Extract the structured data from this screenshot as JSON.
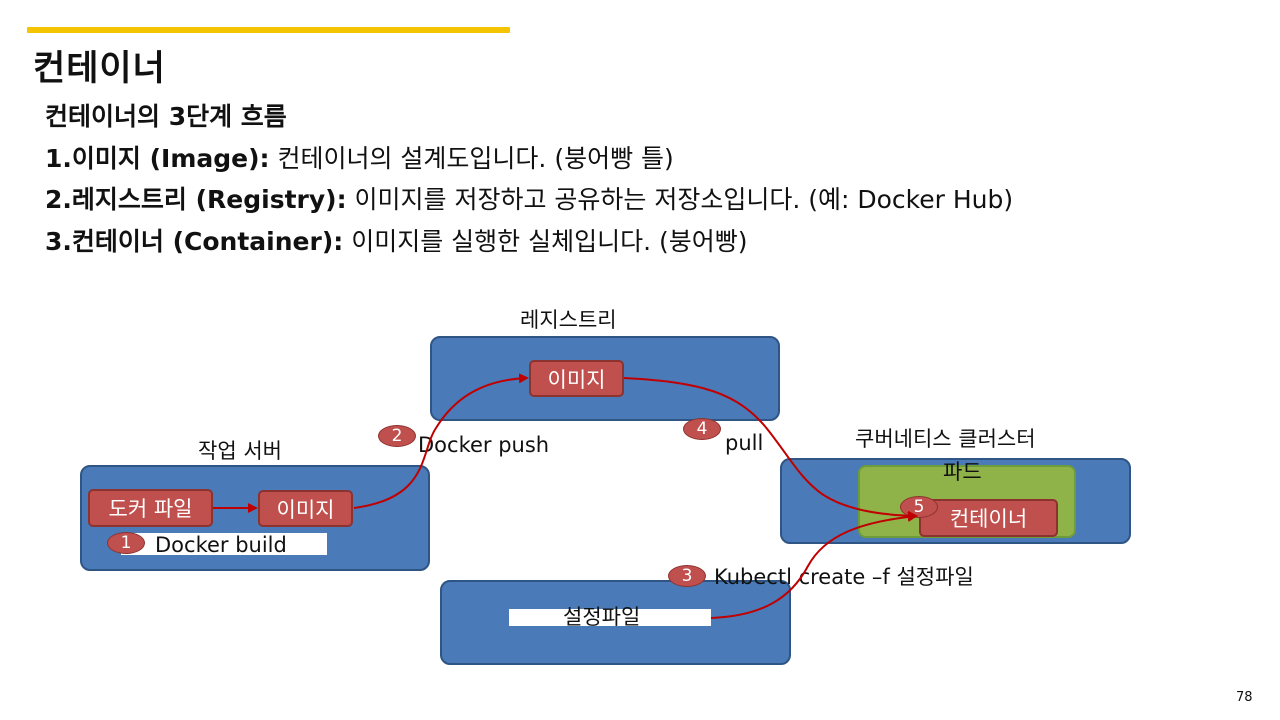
{
  "slide": {
    "title": "컨테이너",
    "page_number": "78",
    "accent_color": "#f5c400"
  },
  "bullets": [
    {
      "bold": "컨테이너의 3단계 흐름",
      "text": ""
    },
    {
      "bold": "1.이미지 (Image):",
      "text": " 컨테이너의 설계도입니다. (붕어빵 틀)"
    },
    {
      "bold": "2.레지스트리 (Registry):",
      "text": " 이미지를 저장하고 공유하는 저장소입니다. (예: Docker Hub)"
    },
    {
      "bold": "3.컨테이너 (Container):",
      "text": " 이미지를 실행한 실체입니다. (붕어빵)"
    }
  ],
  "diagram": {
    "colors": {
      "box": "#4a7ab8",
      "pod": "#8fb349",
      "item": "#c0504d",
      "arrow": "#c00000"
    },
    "registry": {
      "label": "레지스트리",
      "image": "이미지"
    },
    "work_server": {
      "label": "작업 서버",
      "dockerfile": "도커 파일",
      "image": "이미지",
      "build_label": "Docker build"
    },
    "k8s_cluster": {
      "label": "쿠버네티스 클러스터",
      "pod_label": "파드",
      "container": "컨테이너"
    },
    "config": {
      "label": "설정파일"
    },
    "steps": [
      {
        "num": "1",
        "label": "Docker build"
      },
      {
        "num": "2",
        "label": "Docker push"
      },
      {
        "num": "3",
        "label": "Kubectl create –f 설정파일"
      },
      {
        "num": "4",
        "label": "pull"
      },
      {
        "num": "5",
        "label": ""
      }
    ]
  }
}
